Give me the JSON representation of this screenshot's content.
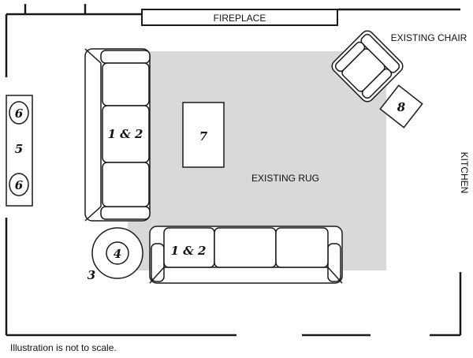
{
  "labels": {
    "fireplace": "FIREPLACE",
    "existing_chair": "EXISTING CHAIR",
    "existing_rug": "EXISTING RUG",
    "kitchen": "KITCHEN",
    "note": "Illustration is not to scale."
  },
  "markers": {
    "sofa_left": "1 & 2",
    "sofa_bottom": "1 & 2",
    "coffee_table": "7",
    "side_table_round": "4",
    "side_table_caption": "3",
    "chair_table": "8",
    "console": "5",
    "console_top_lamp": "6",
    "console_bottom_lamp": "6"
  },
  "colors": {
    "rug": "#d9d9d9",
    "line": "#1a1a1a",
    "furniture_fill": "#ffffff"
  }
}
